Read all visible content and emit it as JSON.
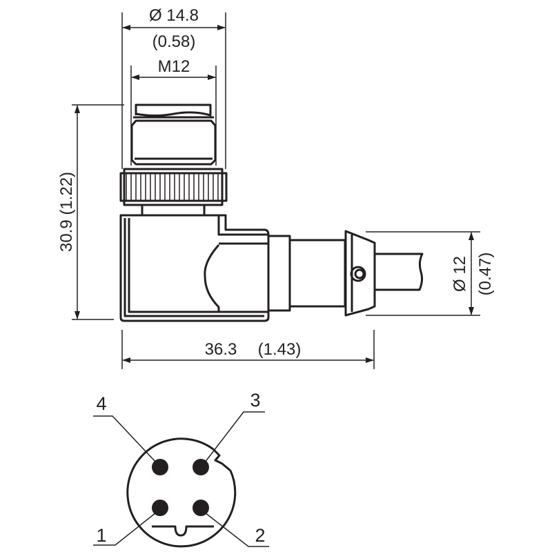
{
  "drawing": {
    "title": "M12 angled connector dimensional drawing",
    "dimensions": {
      "outer_diameter": {
        "mm": "Ø 14.8",
        "inch": "(0.58)"
      },
      "thread": {
        "label": "M12"
      },
      "height": {
        "label": "30.9 (1.22)"
      },
      "length": {
        "mm": "36.3",
        "inch": "(1.43)"
      },
      "cable_diameter": {
        "mm": "Ø 12",
        "inch": "(0.47)"
      }
    },
    "pinout": {
      "pins": [
        "1",
        "2",
        "3",
        "4"
      ]
    },
    "line_color": "#231f20"
  }
}
